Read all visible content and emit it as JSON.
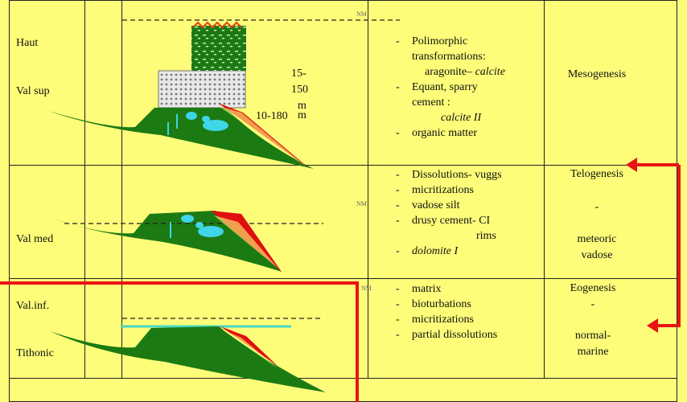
{
  "stages": {
    "haut": "Haut",
    "val_sup": "Val sup",
    "val_med": "Val med",
    "val_inf": "Val.inf.",
    "tithonic": "Tithonic"
  },
  "annotations": {
    "nm": "NM",
    "thickness_a_1": "15-",
    "thickness_a_2": "150",
    "thickness_a_3": "m",
    "thickness_b_1": "10-180",
    "thickness_b_2": "m"
  },
  "processes": {
    "mesogenesis": {
      "items": [
        "Polimorphic",
        "transformations:",
        "aragonite–",
        "calcite",
        "Equant, sparry",
        "cement :",
        "calcite II",
        "organic matter"
      ]
    },
    "telogenesis": {
      "items": [
        "Dissolutions- vuggs",
        "micritizations",
        "vadose silt",
        "drusy cement- CI",
        "rims",
        "dolomite I"
      ]
    },
    "eogenesis": {
      "items": [
        "matrix",
        "bioturbations",
        "micritizations",
        "partial dissolutions"
      ]
    }
  },
  "diagenesis": {
    "mesogenesis": "Mesogenesis",
    "telogenesis": "Telogenesis",
    "dash1": "-",
    "meteoric": "meteoric",
    "vadose": "vadose",
    "eogenesis": "Eogenesis",
    "dash2": "-",
    "normal": "normal-",
    "marine": "marine"
  },
  "colors": {
    "background": "#fdfd7a",
    "platform_green": "#1c7a12",
    "cavity_cyan": "#3fd6e8",
    "red_wedge": "#e01010",
    "highlight_red": "#e81414",
    "sealevel_cyan": "#47d8c0"
  }
}
